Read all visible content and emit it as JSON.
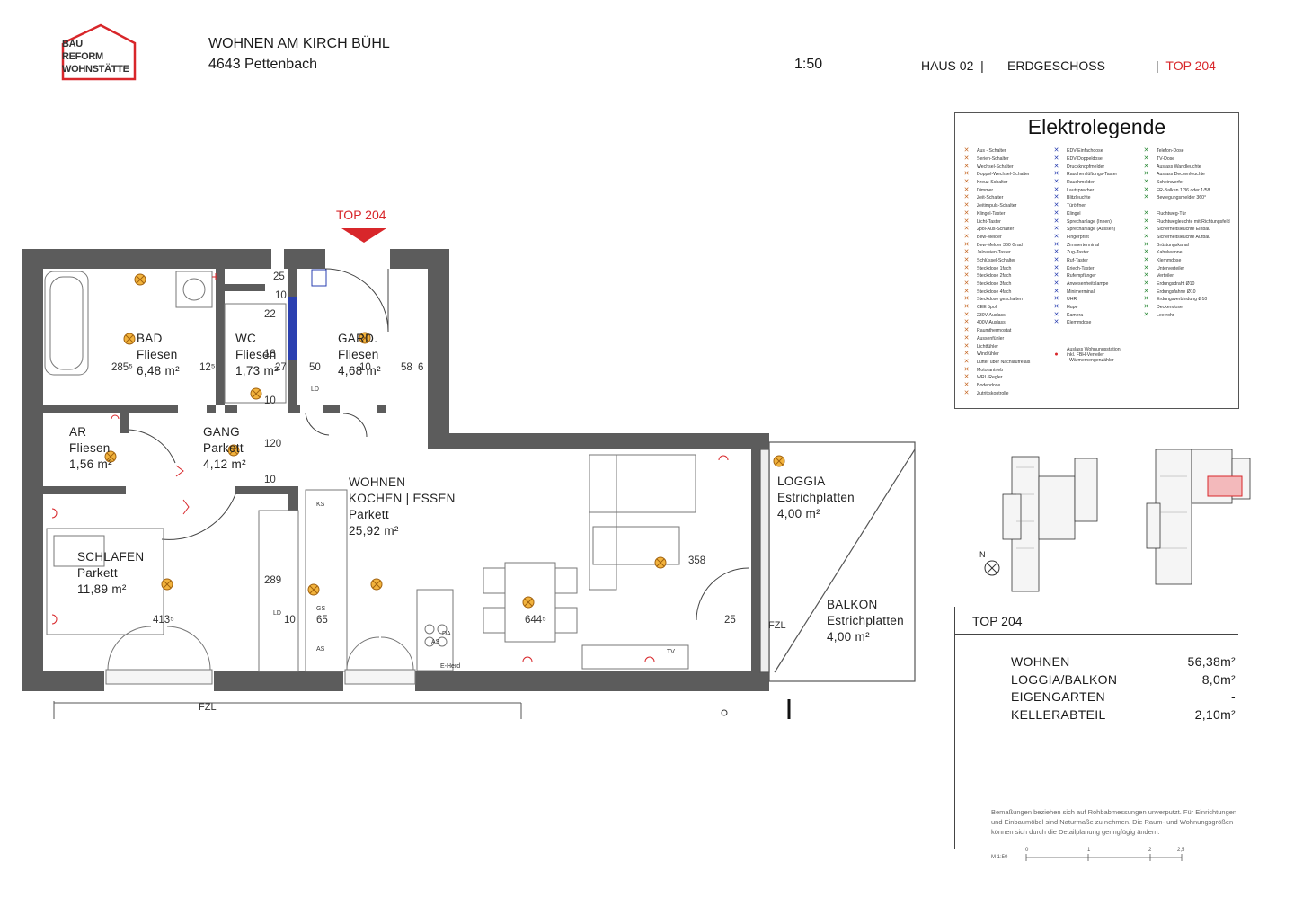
{
  "header": {
    "logo_lines": [
      "BAU",
      "REFORM",
      "WOHNSTÄTTE"
    ],
    "project": "WOHNEN AM KIRCH BÜHL",
    "location": "4643 Pettenbach",
    "scale": "1:50",
    "house": "HAUS 02",
    "sep": "|",
    "floor": "ERDGESCHOSS",
    "unit": "TOP 204"
  },
  "entrance_label": "TOP 204",
  "rooms": [
    {
      "id": "bad",
      "lines": [
        "BAD",
        "Fliesen",
        "6,48 m²"
      ]
    },
    {
      "id": "wc",
      "lines": [
        "WC",
        "Fliesen",
        "1,73 m²"
      ]
    },
    {
      "id": "gard",
      "lines": [
        "GARD.",
        "Fliesen",
        "4,68 m²"
      ]
    },
    {
      "id": "ar",
      "lines": [
        "AR",
        "Fliesen",
        "1,56 m²"
      ]
    },
    {
      "id": "gang",
      "lines": [
        "GANG",
        "Parkett",
        "4,12 m²"
      ]
    },
    {
      "id": "wohnen",
      "lines": [
        "WOHNEN",
        "KOCHEN | ESSEN",
        "Parkett",
        "25,92 m²"
      ]
    },
    {
      "id": "loggia",
      "lines": [
        "LOGGIA",
        "Estrichplatten",
        "4,00 m²"
      ]
    },
    {
      "id": "balkon",
      "lines": [
        "BALKON",
        "Estrichplatten",
        "4,00 m²"
      ]
    },
    {
      "id": "schlafen",
      "lines": [
        "SCHLAFEN",
        "Parkett",
        "11,89 m²"
      ]
    }
  ],
  "dimensions": [
    "285⁵",
    "12⁵",
    "25",
    "10",
    "22",
    "18",
    "27",
    "10",
    "50",
    "10",
    "58",
    "6",
    "120",
    "10",
    "289",
    "413⁵",
    "644⁵",
    "358",
    "25",
    "65",
    "10"
  ],
  "annotations": {
    "fzl": "FZL",
    "fzl_bottom": "FZL",
    "ld": "LD",
    "ks": "KS",
    "gs": "GS",
    "as": "AS",
    "da": "DA",
    "eherd": "E-Herd",
    "tv": "TV",
    "north": "N"
  },
  "legend": {
    "title": "Elektrolegende",
    "col1": [
      "Aus - Schalter",
      "Serien-Schalter",
      "Wechsel-Schalter",
      "Doppel-Wechsel-Schalter",
      "Kreuz-Schalter",
      "Dimmer",
      "Zeit-Schalter",
      "Zeitimpuls-Schalter",
      "Klingel-Taster",
      "Licht-Taster",
      "2pol-Aus-Schalter",
      "Bew-Melder",
      "Bew-Melder 360 Grad",
      "Jalousien-Taster",
      "Schlüssel-Schalter",
      "Steckdose 1fach",
      "Steckdose 2fach",
      "Steckdose 3fach",
      "Steckdose 4fach",
      "Steckdose geschalten",
      "CEE 5pol",
      "230V-Auslass",
      "400V-Auslass",
      "Raumthermostat",
      "Aussenfühler",
      "Lichtfühler",
      "Windfühler",
      "Lüfter über Nachlaufrelais",
      "Motorantrieb",
      "WRL-Regler",
      "Bodendose",
      "Zutrittskontrolle"
    ],
    "col2": [
      "EDV-Einfachdose",
      "EDV-Doppeldose",
      "Druckknopfmelder",
      "Rauchentlüftungs-Taster",
      "Rauchmelder",
      "Lautsprecher",
      "Blitzleuchte",
      "Türöffner",
      "Klingel",
      "Sprechanlage (Innen)",
      "Sprechanlage (Aussen)",
      "Fingerprint",
      "Zimmerterminal",
      "Zug-Taster",
      "Ruf-Taster",
      "Kriech-Taster",
      "Rufempfänger",
      "Anwesenheitslampe",
      "Minimerminal",
      "UHR",
      "Hupe",
      "Kamera",
      "Klemmdose",
      "",
      "",
      "Auslass Wohnungsstation inkl. FBH-Verteiler +Wärmemengenzähler"
    ],
    "col3": [
      "Telefon-Dose",
      "TV-Dose",
      "Auslass Wandleuchte",
      "Auslass Deckenleuchte",
      "Scheinwerfer",
      "FR-Balken 1/36 oder 1/58",
      "Bewegungsmelder 360°",
      "",
      "Fluchtweg-Tür",
      "Fluchtwegleuchte mit Richtungsfeld",
      "Sicherheitsleuchte Einbau",
      "Sicherheitsleuchte Aufbau",
      "Brüstungskanal",
      "Kabelwanne",
      "Klemmdose",
      "Unterverteiler",
      "Verteiler",
      "Erdungsdraht Ø10",
      "Erdungsfahne Ø10",
      "Erdungsverbindung Ø10",
      "Deckendose",
      "Leerrohr"
    ]
  },
  "summary": {
    "unit": "TOP 204",
    "rows": [
      {
        "label": "WOHNEN",
        "value": "56,38m²"
      },
      {
        "label": "LOGGIA/BALKON",
        "value": "8,0m²"
      },
      {
        "label": "EIGENGARTEN",
        "value": "-"
      },
      {
        "label": "KELLERABTEIL",
        "value": "2,10m²"
      }
    ]
  },
  "note": "Bemaßungen beziehen sich auf Rohbabmessungen unverputzt. Für Einrichtungen und Einbaumöbel sind Naturmaße zu nehmen. Die Raum- und Wohnungsgrößen können sich durch die Detailplanung geringfügig ändern.",
  "scalebar": {
    "label": "M 1:50",
    "ticks": [
      "0",
      "1",
      "2",
      "2,5"
    ]
  },
  "colors": {
    "accent": "#d8262a",
    "wall": "#5c5c5c",
    "fixture": "#c76a28",
    "light_fill": "#f2b33d"
  }
}
